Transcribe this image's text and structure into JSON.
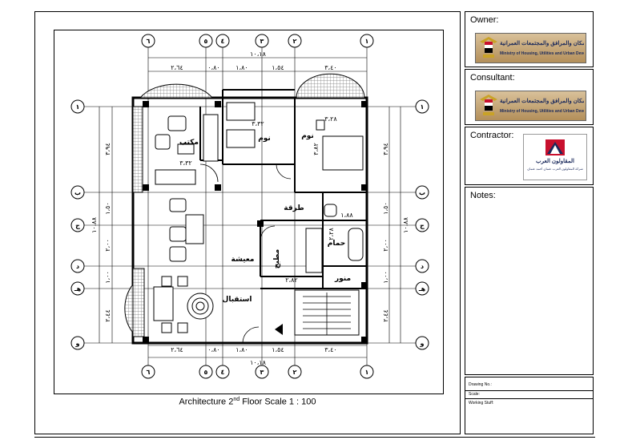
{
  "drawing": {
    "title_prefix": "Architecture 2",
    "title_sup": "nd",
    "title_suffix": " Floor Scale 1 : 100"
  },
  "grid": {
    "columns": [
      "٦",
      "٥",
      "٤",
      "٣",
      "٢",
      "١"
    ],
    "rows": [
      "١",
      "ب",
      "ج",
      "د",
      "هـ",
      "و"
    ]
  },
  "dimensions": {
    "top_overall": "١٠،١٨",
    "top_segments": [
      "٢،٦٤",
      "٠،٨٠",
      "١،٨٠",
      "١،٥٤",
      "٣،٤٠"
    ],
    "bottom_overall": "١٠،١٨",
    "bottom_segments": [
      "٢،٦٤",
      "٠،٨٠",
      "١،٨٠",
      "١،٥٤",
      "٣،٤٠"
    ],
    "left_overall": "١٠،٨٨",
    "left_segments": [
      "٣،٩٤",
      "١،٥٠",
      "٢،٠٠",
      "١،٠٠",
      "٢،٤٤"
    ],
    "right_overall": "١٠،٨٨",
    "right_segments": [
      "٣،٩٤",
      "١،٥٠",
      "٢،٠٠",
      "١،٠٠",
      "٢،٤٤"
    ],
    "inner": [
      "٣،٢٨",
      "٣،٣٢",
      "٣،٣٢",
      "٣،٨٢",
      "١،٨٨",
      "٢،٢٨",
      "٢،٨٢"
    ]
  },
  "rooms": {
    "office": "مكتب",
    "bedroom1": "نوم",
    "bedroom2": "نوم",
    "corridor": "طرقة",
    "living": "معيشة",
    "kitchen": "مطبخ",
    "bath": "حمام",
    "shaft": "منور",
    "reception": "استقبال"
  },
  "sidebar": {
    "owner_label": "Owner:",
    "consultant_label": "Consultant:",
    "contractor_label": "Contractor:",
    "notes_label": "Notes:",
    "owner_logo_text": "وزارة الإسكان والمرافق والمجتمعات العمرانية",
    "owner_logo_sub": "Ministry of Housing, Utilities and Urban Development",
    "consultant_logo_text": "وزارة الإسكان والمرافق والمجتمعات العمرانية",
    "consultant_logo_sub": "Ministry of Housing, Utilities and Urban Development",
    "contractor_logo_text": "المقاولون العرب",
    "contractor_logo_sub": "شركة المقاولون العرب عثمان أحمد عثمان",
    "drawing_no": "Drawing No.:",
    "scale": "Scale:",
    "working_stuff": "Working Stuff:"
  },
  "colors": {
    "wall": "#000000",
    "hatch": "#777777"
  }
}
